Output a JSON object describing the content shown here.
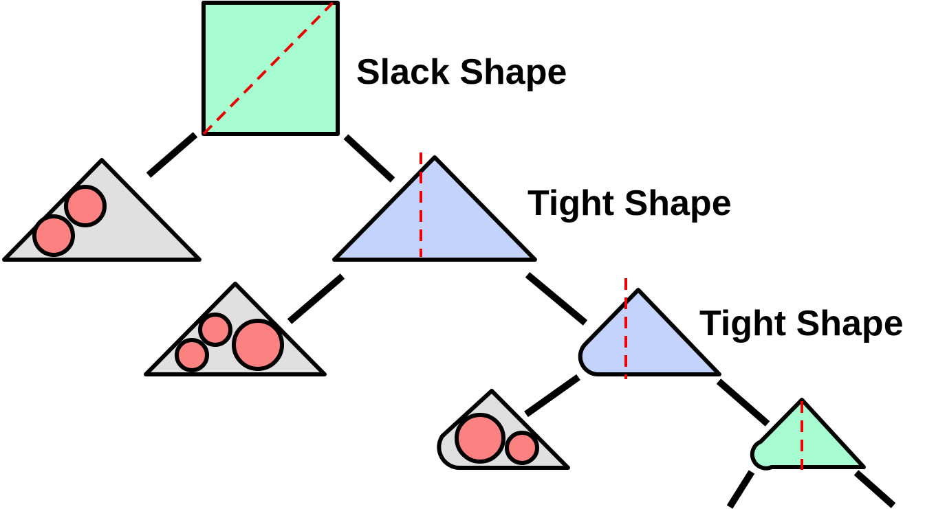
{
  "labels": {
    "root": "Slack Shape",
    "level1": "Tight Shape",
    "level2": "Tight Shape"
  },
  "colors": {
    "slack_fill": "#a6fcd0",
    "tight_fill": "#c3d3fb",
    "leaf_fill": "#e0e0e0",
    "object_fill": "#fc8181",
    "split_line": "#ee0000",
    "outline": "#000000"
  }
}
